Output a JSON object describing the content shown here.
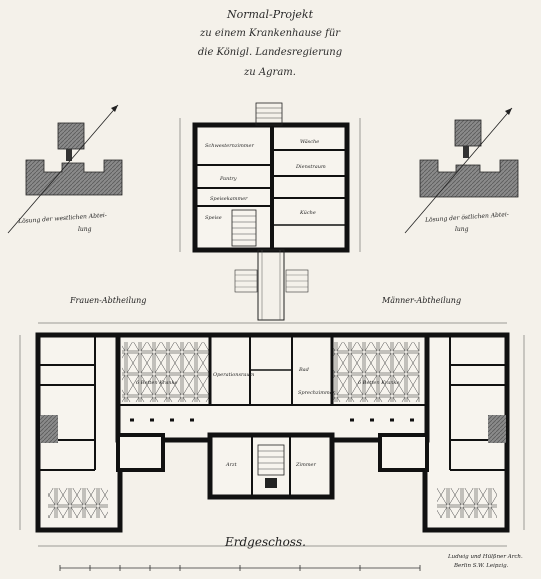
{
  "title": {
    "line1": "Normal-Projekt",
    "line2": "zu einem Krankenhause für",
    "line3": "die Königl. Landesregierung",
    "line4": "zu Agram."
  },
  "elevations": {
    "left": {
      "caption_l1": "Lösung der westlichen Abtei-",
      "caption_l2": "lung"
    },
    "right": {
      "caption_l1": "Lösung der östlichen Abtei-",
      "caption_l2": "lung"
    }
  },
  "wings": {
    "left": "Frauen-Abtheilung",
    "right": "Männer-Abtheilung"
  },
  "rooms": {
    "annex": [
      "Schwesternzimmer",
      "Wäsche",
      "Pantry",
      "Dienstraum",
      "Speisekammer",
      "Speise",
      "Küche"
    ],
    "main": [
      "6 Betten Kranke",
      "6 Betten Kranke",
      "Operationsraum",
      "Bad",
      "Sprechzimmer",
      "Zimmer",
      "Arzt"
    ]
  },
  "floor_label": "Erdgeschoss.",
  "credit": {
    "line1": "Ludwig und Hülßner Arch.",
    "line2": "Berlin S.W. Leipzig."
  },
  "colors": {
    "paper": "#f4f1ea",
    "wall": "#111111",
    "hatch": "#6e6e6e",
    "dim": "#444444"
  }
}
